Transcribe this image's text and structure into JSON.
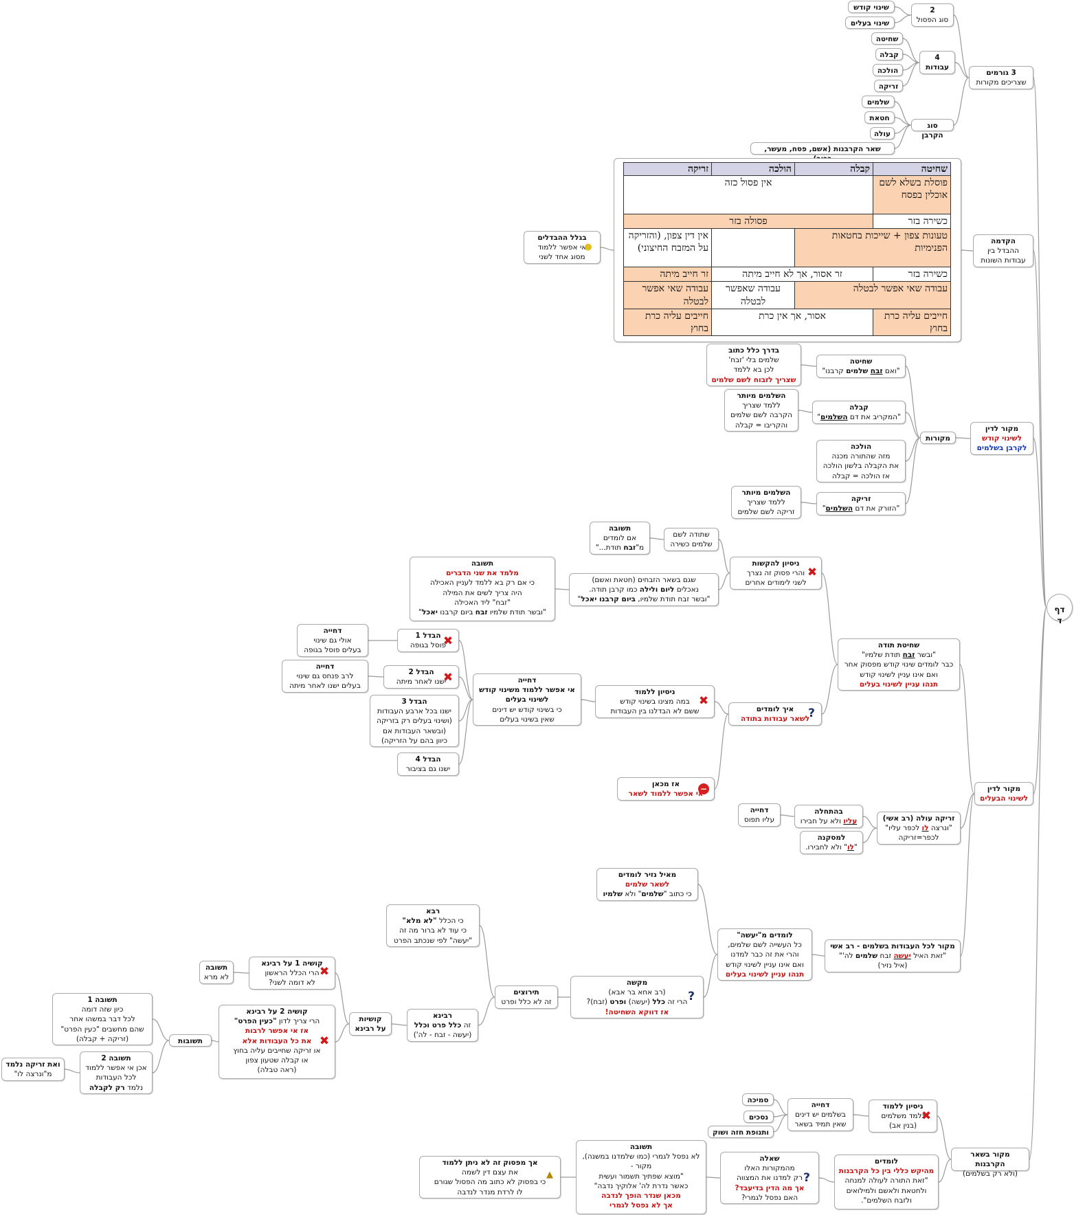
{
  "root": {
    "title": "דף ד"
  },
  "intro": {
    "title": "3 גורמים",
    "body": "שצריכים מקורות",
    "sacred": {
      "title": "2",
      "body": "סוג הפסול",
      "items": [
        "שינוי קודש",
        "שינוי בעלים"
      ]
    },
    "works": {
      "title": "4",
      "body": "עבודות",
      "items": [
        "שחיטה",
        "קבלה",
        "הולכה",
        "זריקה"
      ]
    },
    "types": {
      "title": "סוג הקרבן",
      "items": [
        "שלמים",
        "חטאת",
        "עולה",
        "שאר הקרבנות (אשם, פסח, מעשר, בכור)"
      ]
    }
  },
  "hakdama": {
    "title": "הקדמה",
    "body": "ההבדל בין\nעבודות השונות",
    "note": {
      "title": "בגלל ההבדלים",
      "body": "אי אפשר ללמוד\nמסוג אחד לשני"
    },
    "table": {
      "headers": [
        "שחיטה",
        "קבלה",
        "הולכה",
        "זריקה"
      ],
      "r1": [
        "פוסלת בשלא לשם אוכלין בפסח",
        "אין פסול כזה"
      ],
      "r2": [
        "כשירה בזר",
        "פסולה בזר"
      ],
      "r3": [
        "אין דין צפון, (והזריקה על המזבח החיצוני)",
        "טעונות צפון + שייכות בחטאות הפנימיות"
      ],
      "r4": [
        "כשירה בזר",
        "זר אסור, אך לא חייב מיתה",
        "זר חייב מיתה"
      ],
      "r5": [
        "עבודה שאי אפשר לבטלה",
        "עבודה שאפשר לבטלה",
        "עבודה שאי אפשר לבטלה"
      ],
      "r6": [
        "חייבים עליה כרת בחוץ",
        "אסור, אך אין כרת",
        "חייבים עליה כרת בחוץ"
      ]
    }
  },
  "makor_kodesh": {
    "title": "מקור לדין",
    "line1": "לשינוי קודש",
    "line2": "לקרבן בשלמים",
    "sources": {
      "title": "מקורות"
    },
    "shechita": {
      "title": "שחיטה",
      "pre": "\"ואם ",
      "word": "זבח",
      "mid": " ",
      "word2": "שלמים",
      "post": " קרבנו\""
    },
    "shechita_note": {
      "title": "בדרך כלל כתוב",
      "body": "שלמים בלי 'זבח'\nלכן בא ללמד",
      "red": "שצריך לזבוח לשם שלמים"
    },
    "kabbala": {
      "title": "קבלה",
      "pre": "\"המקריב את דם ",
      "word": "השלמים",
      "post": "\""
    },
    "kabbala_note": {
      "title": "השלמים מיותר",
      "body": "ללמד שצריך\nהקרבה לשם שלמים\nוהקריבו = קבלה"
    },
    "holacha": {
      "title": "הולכה",
      "body": "מזה שהתורה מכנה\nאת הקבלה בלשון הולכה\nאז הולכה = קבלה"
    },
    "zrika": {
      "title": "זריקה",
      "pre": "\"הזורק את דם ",
      "word": "השלמים",
      "post": "\""
    },
    "zrika_note": {
      "title": "השלמים מיותר",
      "body": "ללמד שצריך\nזריקה לשם שלמים"
    }
  },
  "toda": {
    "title": "שחיטת תודה",
    "pre": "\"ובשר ",
    "word": "זבח",
    "post": " תודת שלמיו\"",
    "body": "כבר לומדים שינוי קודש מפסוק אחר\nואם אינו עניין לשינוי קודש",
    "red": "תנהו עניין לשינוי בעלים",
    "attempt": {
      "title": "ניסיון להקשות",
      "body": "והרי פסוק זה נצרך\nלשני לימודים אחרים"
    },
    "a1": {
      "body": "שתודה לשם\nשלמים כשירה"
    },
    "a1_answer": {
      "title": "תשובה",
      "body": "אם לומדים\nמ\"",
      "word": "זבח",
      "post": " תודת...\""
    },
    "a2": {
      "body1": "שגם בשאר הזבחים (חטאת ואשם)",
      "pre": "נאכלים ",
      "w1": "ליום ולילה",
      "mid": " כמו קרבן תודה.",
      "line3pre": "\"ובשר זבח תודת שלמיו, ",
      "w2": "ביום קרבנו יאכל",
      "line3post": "\""
    },
    "a2_answer": {
      "title": "תשובה",
      "red": "מלמד את שני הדברים",
      "body": "כי אם רק בא ללמד לעניין האכילה\nהיה צריך לשים את המילה\n\"זבח\" ליד האכילה",
      "pre": "\"ובשר תודת שלמיו ",
      "w1": "זבח",
      "mid": " ביום קרבנו ",
      "w2": "יאכל",
      "post": "\""
    },
    "how": {
      "title": "איך לומדים",
      "red": "לשאר עבודות בתודה"
    },
    "try": {
      "title": "ניסיון ללמוד",
      "body": "במה מצינו בשינוי קודש\nששם לא הבדלנו בין העבודות"
    },
    "rejection": {
      "title": "דחייה",
      "bold": "אי אפשר ללמוד משינוי קודש\nלשינוי בעלים",
      "body": "כי בשינוי קודש יש דינים\nשאין בשינוי בעלים"
    },
    "d1": {
      "title": "הבדל 1",
      "body": "פוסל בגופה"
    },
    "d1_rej": {
      "title": "דחייה",
      "body": "אולי גם שינוי\nבעלים פוסל בגופה"
    },
    "d2": {
      "title": "הבדל 2",
      "body": "ישנו לאחר מיתה"
    },
    "d2_rej": {
      "title": "דחייה",
      "body": "לרב פנחס גם שינוי\nבעלים ישנו לאחר מיתה"
    },
    "d3": {
      "title": "הבדל 3",
      "body": "ישנו בכל ארבע העבודות\n(ושינוי בעלים רק בזריקה\n(ובשאר העבודות אם\nכיוון בהם על הזריקה)"
    },
    "d4": {
      "title": "הבדל 4",
      "body": "ישנו גם בציבור"
    },
    "no": {
      "title": "אז מכאן",
      "red": "אי אפשר ללמוד לשאר"
    }
  },
  "makor_baalim": {
    "title": "מקור לדין",
    "red": "לשינוי הבעלים",
    "rav_ashi": {
      "title": "זריקה עולה  (רב אשי)",
      "pre": "\"ונרצה ",
      "word": "לו",
      "post": " לכפר עליו\"",
      "body": "לכפר=זריקה"
    },
    "start": {
      "title": "בהתחלה",
      "word": "עליו",
      "post": " ולא על חבירו"
    },
    "start_rej": {
      "title": "דחייה",
      "body": "עליו תפוס"
    },
    "concl": {
      "title": "למסקנה",
      "pre": "\"",
      "word": "לו",
      "post": "\" ולא לחבירו."
    }
  },
  "makor_kol": {
    "title": "מקור לכל העבודות בשלמים - רב אשי",
    "pre": "\"זאת האיל ",
    "w1": "יעשה",
    "mid": "  זבח ",
    "w2": "שלמים",
    "post": " לה'\"",
    "body": "(איל נזיר)",
    "naz": {
      "title": "מאיל נזיר לומדים",
      "red": "לשאר שלמים",
      "pre": "כי כתוב \"",
      "w1": "שלמים",
      "mid": "\" ולא ",
      "w2": "שלמיו"
    },
    "yeaseh": {
      "title": "לומדים מ\"יעשה\"",
      "body": "כל העשייה לשם שלמים,\nוהרי את זה כבר למדנו\nואם אינו עניין לשינוי קודש",
      "red": "תנהו עניין לשינוי בעלים"
    },
    "kasha": {
      "title": "מקשה",
      "body": "(רב אחא בר אבא)",
      "pre": "הרי זה ",
      "w1": "כלל",
      "mid": " (יעשה) ",
      "w2": "ופרט",
      "post": " (זבח)?",
      "red": "אז דווקא השחיטה!"
    },
    "tiruzim": {
      "title": "תירוצים",
      "body": "זה לא כלל ופרט"
    },
    "rava": {
      "title": "רבא",
      "pre": "כי הכלל ",
      "word": "\"לא מלא\"",
      "body": "כי עוד לא ברור מה זה\n\"יעשה\" לפי שנכתב הפרט"
    },
    "ravina": {
      "title": "רבינא",
      "pre": "זה ",
      "word": "כלל פרט וכלל",
      "body": "(יעשה - זבח - לה')"
    },
    "ravina_q": {
      "title": "קושיות",
      "body": "על רבינא"
    },
    "q1": {
      "title": "קושיה 1 על רבינא",
      "body": "הרי הכלל הראשון\nלא דומה לשני?"
    },
    "q1_answer": {
      "title": "תשובה",
      "body": "לא מרא"
    },
    "q2": {
      "title": "קושיה 2 על רבינא",
      "pre": "הרי צריך לדון ",
      "word": "\"כעין הפרט\"",
      "red": "אז אי אפשר לרבות\nאת כל העבודות אלא",
      "body": "או זריקה שחייבים עליה בחוץ\nאו קבלה שטעון צפון\n(ראה טבלה)"
    },
    "answers": {
      "title": "תשובות"
    },
    "ans1": {
      "title": "תשובה 1",
      "body": "כיון שזה דומה\nלכל דבר במשהו אחר\nשהם מחשבים \"כעין הפרט\"\n(זריקה + קבלה)"
    },
    "ans2": {
      "title": "תשובה 2",
      "body": "אכן אי אפשר ללמוד\nלכל העבודות",
      "pre": "נלמד ",
      "word": "רק לקבלה"
    },
    "zrika": {
      "title": "ואת זריקה נלמד",
      "body": "מ\"ונרצה לו\""
    }
  },
  "makor_shear": {
    "title": "מקור בשאר הקרבנות",
    "body": "(ולא רק בשלמים)",
    "lomdim": {
      "title": "לומדים",
      "red": "מהיקש כללי בין כל הקרבנות",
      "body": "\"זאת התורה לעולה למנחה\nולחטאת ולאשם ולמילואים\nולזבח השלמים\"."
    },
    "try": {
      "title": "ניסיון ללמוד",
      "body": "נלמד משלמים\n(בנין אב)"
    },
    "rej": {
      "title": "דחייה",
      "body": "בשלמים יש דינים\nשאין תמיד בשאר"
    },
    "r1": "סמיכה",
    "r2": "נסכים",
    "r3": "ותנופת חזה ושוק",
    "q": {
      "title": "שאלה",
      "body": "מהמקורות האלו\nרק למדנו את המצווה",
      "red": "אך מה הדין בדיעבד?",
      "post": "האם נפסל לגמרי?"
    },
    "answer": {
      "title": "תשובה",
      "body": "לא נפסל לגמרי (כמו שלמדנו במשנה),\nמקור -\n\"מוצא שפתיך תשמור ועשית\nכאשר נדרת לה' אלוקיך נדבה\"",
      "red": "מכאן שנדר הופך לנדבה\nאך לא נפסל לגמרי"
    },
    "note": {
      "title": "אך מפסוק זה לא ניתן ללמוד",
      "body": "את עצם דין לשמה\nכי בפסוק לא כתוב מה הפסול שגורם\nלו לרדת מנדר לנדבה"
    }
  }
}
